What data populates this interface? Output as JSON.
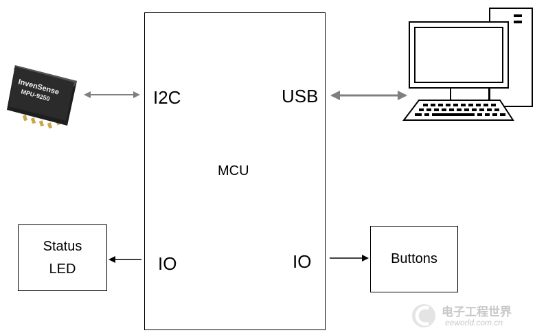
{
  "chip": {
    "brand": "InvenSense",
    "model": "MPU-9250"
  },
  "mcu": {
    "label": "MCU",
    "left_top_port": "I2C",
    "right_top_port": "USB",
    "left_bottom_port": "IO",
    "right_bottom_port": "IO"
  },
  "status_led": {
    "line1": "Status",
    "line2": "LED"
  },
  "buttons": {
    "label": "Buttons"
  },
  "computer": {
    "icon": "desktop-computer-icon"
  },
  "watermark": {
    "text_cn": "电子工程世界",
    "text_url": "eeworld.com.cn"
  },
  "colors": {
    "chip_body": "#2b2b2b",
    "arrow_gray": "#7f7f7f",
    "arrow_black": "#000000",
    "watermark": "#c8c8c8"
  }
}
